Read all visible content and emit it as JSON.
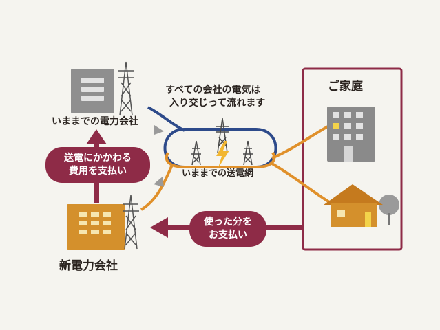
{
  "old_company": {
    "label": "いままでの電力会社"
  },
  "new_company": {
    "label": "新電力会社"
  },
  "grid": {
    "label": "いままでの送電網",
    "note_line1": "すべての会社の電気は",
    "note_line2": "入り交じって流れます"
  },
  "home": {
    "title": "ご家庭"
  },
  "fee_pill": {
    "line1": "送電にかかわる",
    "line2": "費用を支払い"
  },
  "pay_pill": {
    "line1": "使った分を",
    "line2": "お支払い"
  },
  "colors": {
    "wine": "#8e2b47",
    "orange": "#e0902a",
    "navy": "#2d4a8a",
    "gray_building": "#8f8f8f",
    "house_body": "#d4902c",
    "house_roof": "#c57a1e"
  }
}
